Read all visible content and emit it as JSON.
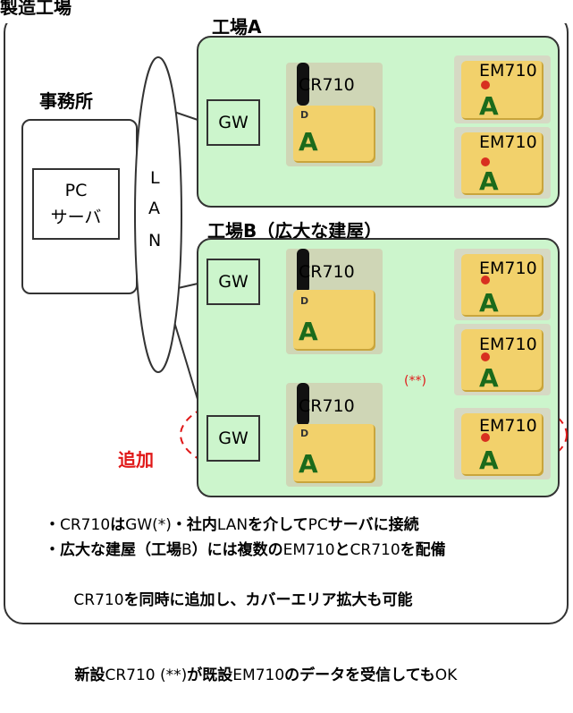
{
  "title_fragment": "製造工場",
  "office": {
    "title": "事務所",
    "pc_line1": "PC",
    "pc_line2": "サーバ"
  },
  "lan": {
    "letters": [
      "L",
      "A",
      "N"
    ]
  },
  "factory_a": {
    "title": "工場A",
    "gw": "GW",
    "cr": "CR710",
    "em": [
      "EM710",
      "EM710"
    ]
  },
  "factory_b": {
    "title": "工場B（広大な建屋）",
    "gw": "GW",
    "cr": "CR710",
    "em": [
      "EM710",
      "EM710"
    ]
  },
  "added": {
    "label": "追加",
    "gw": "GW",
    "cr": "CR710",
    "em": "EM710",
    "mark": "(**)"
  },
  "device_marks": {
    "brand": "D",
    "letter": "A"
  },
  "colors": {
    "factory_fill": "#ccf5cc",
    "added_red": "#e01818",
    "device_yellow": "#f2d16b",
    "device_green": "#1b6a1b"
  },
  "notes": [
    {
      "parts": [
        {
          "t": "・",
          "b": true
        },
        {
          "t": "CR710",
          "b": false
        },
        {
          "t": "は",
          "b": true
        },
        {
          "t": "GW(*)",
          "b": false
        },
        {
          "t": "・社内",
          "b": true
        },
        {
          "t": "LAN",
          "b": false
        },
        {
          "t": "を介して",
          "b": true
        },
        {
          "t": "PC",
          "b": false
        },
        {
          "t": "サーバに接続",
          "b": true
        }
      ]
    },
    {
      "parts": [
        {
          "t": "・広大な建屋（工場",
          "b": true
        },
        {
          "t": "B",
          "b": false
        },
        {
          "t": "）には複数の",
          "b": true
        },
        {
          "t": "EM710",
          "b": false
        },
        {
          "t": "と",
          "b": true
        },
        {
          "t": "CR710",
          "b": false
        },
        {
          "t": "を配備",
          "b": true
        }
      ]
    },
    {
      "parts": [
        {
          "t": "  CR710",
          "b": false
        },
        {
          "t": "を同時に追加し、カバーエリア拡大も可能",
          "b": true
        }
      ]
    },
    {
      "parts": [
        {
          "t": "  新設",
          "b": true
        },
        {
          "t": "CR710 (**)",
          "b": false
        },
        {
          "t": "が既設",
          "b": true
        },
        {
          "t": "EM710",
          "b": false
        },
        {
          "t": "のデータを受信しても",
          "b": true
        },
        {
          "t": "OK",
          "b": false
        }
      ]
    }
  ]
}
